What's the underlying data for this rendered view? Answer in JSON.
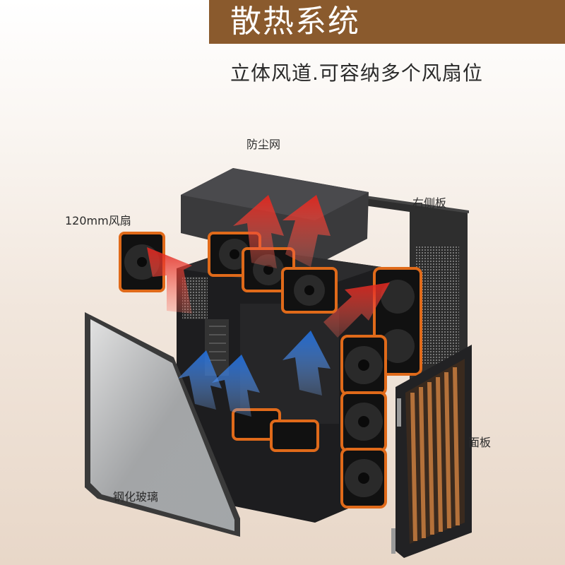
{
  "header": {
    "title": "散热系统",
    "subtitle": "立体风道.可容纳多个风扇位"
  },
  "labels": {
    "dust_filter": "防尘网",
    "right_panel": "右侧板",
    "fan_120": "120mm风扇",
    "front_panel": "面板",
    "tempered_glass": "钢化玻璃"
  },
  "colors": {
    "brand_band": "#8a5a2d",
    "hot_air": "#e0261e",
    "cool_air": "#1f6fe0",
    "fan_accent": "#e06a1a",
    "wood_slat": "#b4713a"
  }
}
